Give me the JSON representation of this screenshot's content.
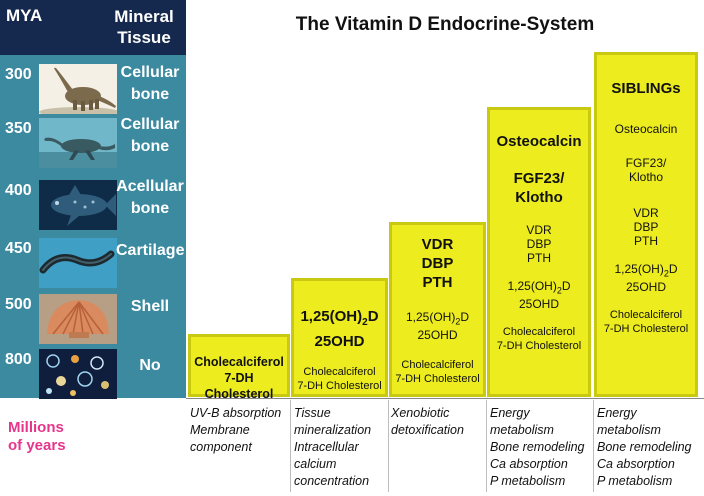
{
  "header": {
    "mya_label": "MYA",
    "tissue_label_1": "Mineral",
    "tissue_label_2": "Tissue"
  },
  "title": "The Vitamin D Endocrine-System",
  "rows": [
    {
      "mya": "300",
      "tissue_1": "Cellular",
      "tissue_2": "bone",
      "icon": "dinosaur-icon"
    },
    {
      "mya": "350",
      "tissue_1": "Cellular",
      "tissue_2": "bone",
      "icon": "marine-reptile-icon"
    },
    {
      "mya": "400",
      "tissue_1": "Acellular",
      "tissue_2": "bone",
      "icon": "coelacanth-icon"
    },
    {
      "mya": "450",
      "tissue_1": "Cartilage",
      "tissue_2": "",
      "icon": "lamprey-icon"
    },
    {
      "mya": "500",
      "tissue_1": "Shell",
      "tissue_2": "",
      "icon": "shell-icon"
    },
    {
      "mya": "800",
      "tissue_1": "No",
      "tissue_2": "",
      "icon": "plankton-icon"
    }
  ],
  "columns": [
    {
      "cholecal": "Cholecalciferol",
      "dhc": "7-DH Cholesterol"
    },
    {
      "bold_1": "1,25(OH)",
      "bold_1_sub": "2",
      "bold_1_end": "D",
      "bold_2": "25OHD",
      "cholecal": "Cholecalciferol",
      "dhc": "7-DH Cholesterol"
    },
    {
      "bold_1": "VDR",
      "bold_2": "DBP",
      "bold_3": "PTH",
      "ohd_1": "1,25(OH)",
      "ohd_1_sub": "2",
      "ohd_1_end": "D",
      "ohd_2": "25OHD",
      "cholecal": "Cholecalciferol",
      "dhc": "7-DH Cholesterol"
    },
    {
      "bold_1": "Osteocalcin",
      "bold_2": "FGF23/",
      "bold_3": "Klotho",
      "vdr": "VDR",
      "dbp": "DBP",
      "pth": "PTH",
      "ohd_1": "1,25(OH)",
      "ohd_1_sub": "2",
      "ohd_1_end": "D",
      "ohd_2": "25OHD",
      "cholecal": "Cholecalciferol",
      "dhc": "7-DH Cholesterol"
    },
    {
      "bold_1": "SIBLINGs",
      "osteo": "Osteocalcin",
      "fgf": "FGF23/",
      "klotho": "Klotho",
      "vdr": "VDR",
      "dbp": "DBP",
      "pth": "PTH",
      "ohd_1": "1,25(OH)",
      "ohd_1_sub": "2",
      "ohd_1_end": "D",
      "ohd_2": "25OHD",
      "cholecal": "Cholecalciferol",
      "dhc": "7-DH Cholesterol"
    }
  ],
  "functions": [
    [
      "UV-B absorption",
      "Membrane",
      "component"
    ],
    [
      "Tissue",
      "mineralization",
      "Intracellular",
      "calcium",
      "concentration"
    ],
    [
      "Xenobiotic",
      "detoxification"
    ],
    [
      "Energy",
      "metabolism",
      "Bone remodeling",
      "Ca absorption",
      "P metabolism"
    ],
    [
      "Energy",
      "metabolism",
      "Bone remodeling",
      "Ca absorption",
      "P metabolism"
    ]
  ],
  "footer": {
    "millions_1": "Millions",
    "millions_2": "of years"
  },
  "colors": {
    "panel": "#3b8aa0",
    "header": "#15284e",
    "column": "#ecec1e",
    "millions": "#e8358c"
  }
}
